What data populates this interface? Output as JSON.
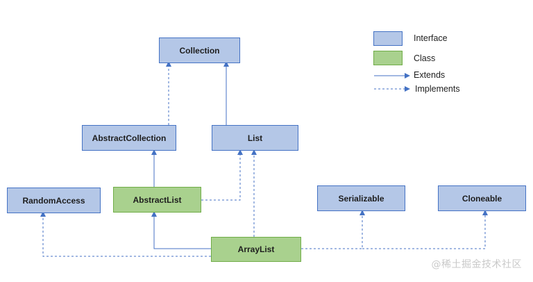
{
  "nodes": {
    "collection": "Collection",
    "abstract_collection": "AbstractCollection",
    "list": "List",
    "random_access": "RandomAccess",
    "abstract_list": "AbstractList",
    "serializable": "Serializable",
    "cloneable": "Cloneable",
    "array_list": "ArrayList"
  },
  "legend": {
    "interface": "Interface",
    "class": "Class",
    "extends": "Extends",
    "implements": "Implements"
  },
  "watermark": "@稀土掘金技术社区",
  "colors": {
    "interface_fill": "#b4c7e7",
    "interface_border": "#4472c4",
    "class_fill": "#a9d18e",
    "class_border": "#70ad47",
    "line": "#4472c4"
  }
}
